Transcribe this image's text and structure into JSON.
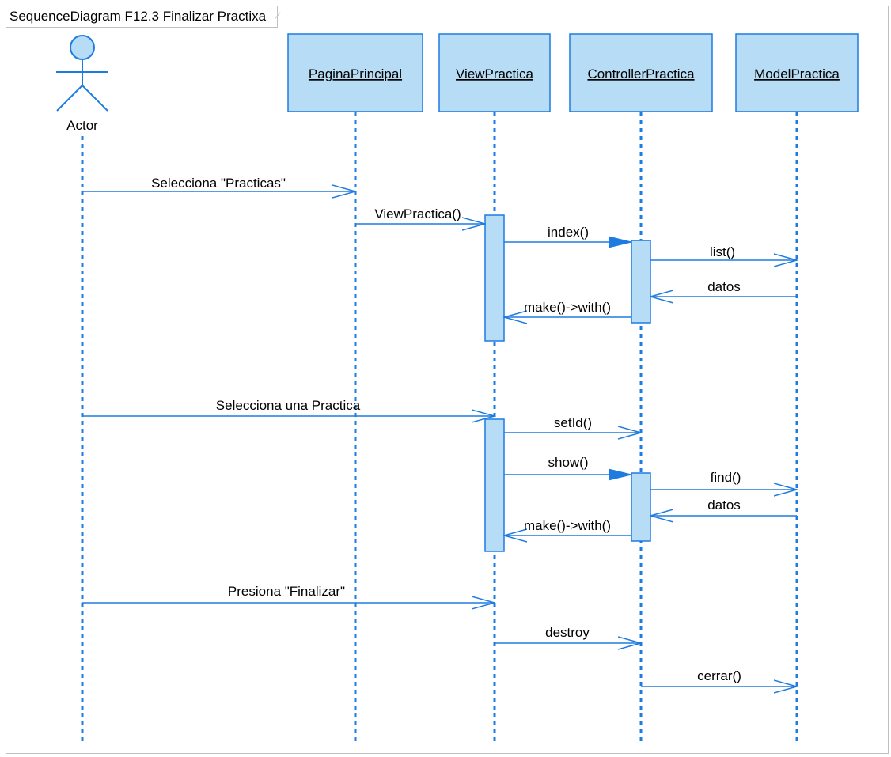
{
  "frame": {
    "title": "SequenceDiagram F12.3 Finalizar Practixa"
  },
  "actor": {
    "label": "Actor"
  },
  "lifelines": [
    {
      "name": "PaginaPrincipal"
    },
    {
      "name": "ViewPractica"
    },
    {
      "name": "ControllerPractica"
    },
    {
      "name": "ModelPractica"
    }
  ],
  "messages": [
    {
      "label": "Selecciona \"Practicas\"",
      "from": "Actor",
      "to": "PaginaPrincipal",
      "kind": "async"
    },
    {
      "label": "ViewPractica()",
      "from": "PaginaPrincipal",
      "to": "ViewPractica",
      "kind": "async"
    },
    {
      "label": "index()",
      "from": "ViewPractica",
      "to": "ControllerPractica",
      "kind": "sync"
    },
    {
      "label": "list()",
      "from": "ControllerPractica",
      "to": "ModelPractica",
      "kind": "async"
    },
    {
      "label": "datos",
      "from": "ModelPractica",
      "to": "ControllerPractica",
      "kind": "async"
    },
    {
      "label": "make()->with()",
      "from": "ControllerPractica",
      "to": "ViewPractica",
      "kind": "async"
    },
    {
      "label": "Selecciona una Practica",
      "from": "Actor",
      "to": "ViewPractica",
      "kind": "async"
    },
    {
      "label": "setId()",
      "from": "ViewPractica",
      "to": "ControllerPractica",
      "kind": "async"
    },
    {
      "label": "show()",
      "from": "ViewPractica",
      "to": "ControllerPractica",
      "kind": "sync"
    },
    {
      "label": "find()",
      "from": "ControllerPractica",
      "to": "ModelPractica",
      "kind": "async"
    },
    {
      "label": "datos",
      "from": "ModelPractica",
      "to": "ControllerPractica",
      "kind": "async"
    },
    {
      "label": "make()->with()",
      "from": "ControllerPractica",
      "to": "ViewPractica",
      "kind": "async"
    },
    {
      "label": "Presiona \"Finalizar\"",
      "from": "Actor",
      "to": "ViewPractica",
      "kind": "async"
    },
    {
      "label": "destroy",
      "from": "ViewPractica",
      "to": "ControllerPractica",
      "kind": "async"
    },
    {
      "label": "cerrar()",
      "from": "ControllerPractica",
      "to": "ModelPractica",
      "kind": "async"
    }
  ],
  "colors": {
    "line": "#1e7be0",
    "box_fill": "#b7dcf5",
    "box_stroke": "#1e7be0",
    "frame": "#c0c0c0"
  }
}
